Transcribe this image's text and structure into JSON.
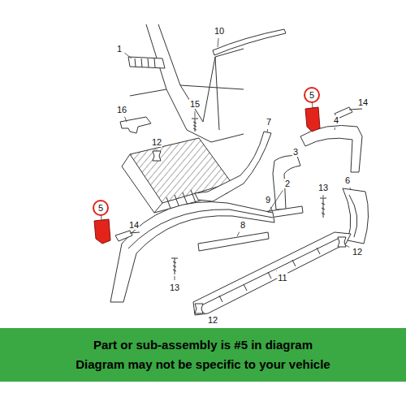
{
  "diagram": {
    "nodes": [
      {
        "text": [
          "Part or sub-assembly is #5 in diagram",
          "Diagram may not be specific to your vehicle"
        ]
      }
    ],
    "labels": [
      "10",
      "1",
      "5",
      "14",
      "15",
      "16",
      "4",
      "7",
      "12",
      "3",
      "2",
      "13",
      "9",
      "5",
      "6",
      "8",
      "14",
      "12",
      "11",
      "13",
      "12"
    ]
  }
}
